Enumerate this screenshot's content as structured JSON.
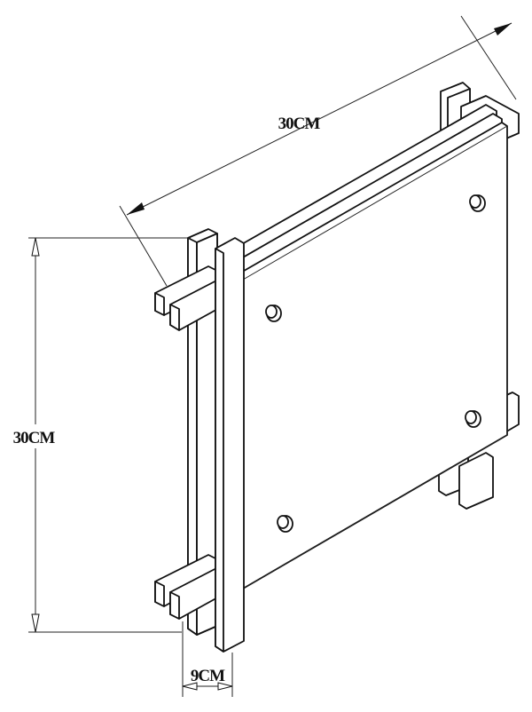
{
  "dimensions": {
    "width_label": "30CM",
    "height_label": "30CM",
    "depth_label": "9CM"
  }
}
